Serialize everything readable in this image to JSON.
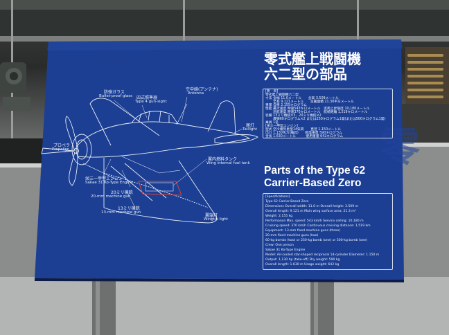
{
  "board": {
    "title_jp_line1": "零式艦上戦闘機",
    "title_jp_line2": "六二型の部品",
    "title_en_line1": "Parts of the Type 62",
    "title_en_line2": "Carrier-Based Zero",
    "watermark_glyph": "零"
  },
  "callouts": [
    {
      "jp": "防弾ガラス",
      "en": "Bullet-proof glass"
    },
    {
      "jp": "四式照準器",
      "en": "Type 4 gun-sight"
    },
    {
      "jp": "空中線(アンテナ)",
      "en": "Antenna"
    },
    {
      "jp": "尾灯",
      "en": "Taillight"
    },
    {
      "jp": "プロペラ",
      "en": "Propeller"
    },
    {
      "jp": "栄三一甲型エンジン",
      "en": "Sakae 31 Ko-Type Engine"
    },
    {
      "jp": "20ミリ機銃",
      "en": "20-mm machine gun"
    },
    {
      "jp": "13ミリ機銃",
      "en": "13-mm machine gun"
    },
    {
      "jp": "翼内燃料タンク",
      "en": "Wing internal fuel tank"
    },
    {
      "jp": "翼端灯",
      "en": "Wingtip light"
    }
  ],
  "spec_jp": [
    "[要　目]",
    "零式艦上戦闘機六二型",
    "寸法 全幅 11.0メートル　　全高 3.509メートル",
    "　　 全長 9.121メートル　　主翼面積 21.30平方メートル",
    "重量 自重 2.155キログラム",
    "性能 最大速度 時速543キロメートル　実用上昇限度 10,180メートル",
    "　　 巡航速度 時速370キロメートル　航続距離 1,519キロメートル",
    "装備 13ミリ機銃×3、20ミリ機銃×2",
    "　　 爆弾60キログラム×2 または250キログラム1発(または500キログラム1発)",
    "乗員 1名",
    "[栄三一甲型エンジン]",
    "型式 空冷複列星型14気筒　　直径 1.150メートル",
    "出力 1,130馬力(離昇)　　乾燥重量 590キログラム",
    "全長 1.630メートル　　　使用重量 642キログラム"
  ],
  "spec_en": [
    "[Specifications]",
    "Type 62 Carrier-Based Zero",
    "Dimensions  Overall width: 11.0 m        Overall height: 3.509 m",
    "            Overall length: 9.121 m       Main wing surface area: 21.3 m²",
    "Weight: 2,155 kg",
    "Performance  Max. speed: 543 km/h        Service ceiling: 10,180 m",
    "             Cruising speed: 370 km/h    Continuous cruising distance: 1,519 km",
    "Equipment: 13-mm fixed machine guns (three)",
    "            20-mm fixed machine guns (two)",
    "            60-kg bombs (two) or 250-kg bomb (one) or 500-kg bomb (one)",
    "Crew: One person",
    "Sakae 31 Ko-Type Engine",
    "Model: Air-cooled star-shaped reciprocal 14-cylinder   Diameter: 1.150 m",
    "Output: 1,130 hp (take-off)                 Dry weight: 590 kg",
    "Overall length: 1.630 m                     Usage weight: 642 kg"
  ],
  "colors": {
    "board_blue": "#1c3f94",
    "board_blue_dark": "#142f75",
    "line_white": "#e9eef7"
  }
}
